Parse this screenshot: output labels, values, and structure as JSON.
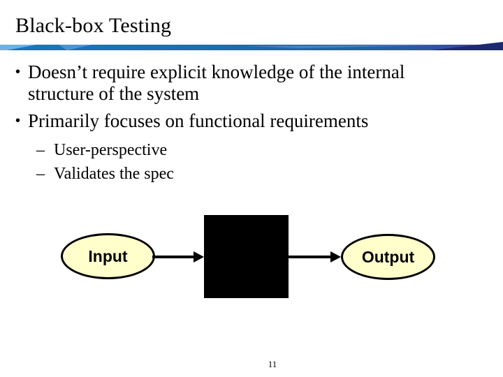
{
  "slide": {
    "title": "Black-box Testing",
    "page_number": "11"
  },
  "bullets": [
    {
      "marker": "•",
      "lines": [
        "Doesn’t require explicit knowledge of the internal",
        "structure of the system"
      ]
    },
    {
      "marker": "•",
      "lines": [
        "Primarily focuses on functional requirements"
      ]
    }
  ],
  "sub_bullets": [
    {
      "marker": "–",
      "text": "User-perspective"
    },
    {
      "marker": "–",
      "text": "Validates the spec"
    }
  ],
  "diagram": {
    "input_label": "Input",
    "output_label": "Output"
  },
  "colors": {
    "bar_blue_left": "#1A75C0",
    "bar_blue_mid": "#2A5DA8",
    "bar_blue_right": "#34418F",
    "bar_dark_swoosh": "#1E2A6E",
    "bar_light_swoosh": "#6DB1E3",
    "bar_light_swoosh2": "#4E94D0",
    "node_fill": "#FFFFCC",
    "node_border": "#000000",
    "box_fill": "#000000",
    "text": "#000000",
    "background": "#FFFFFF"
  }
}
